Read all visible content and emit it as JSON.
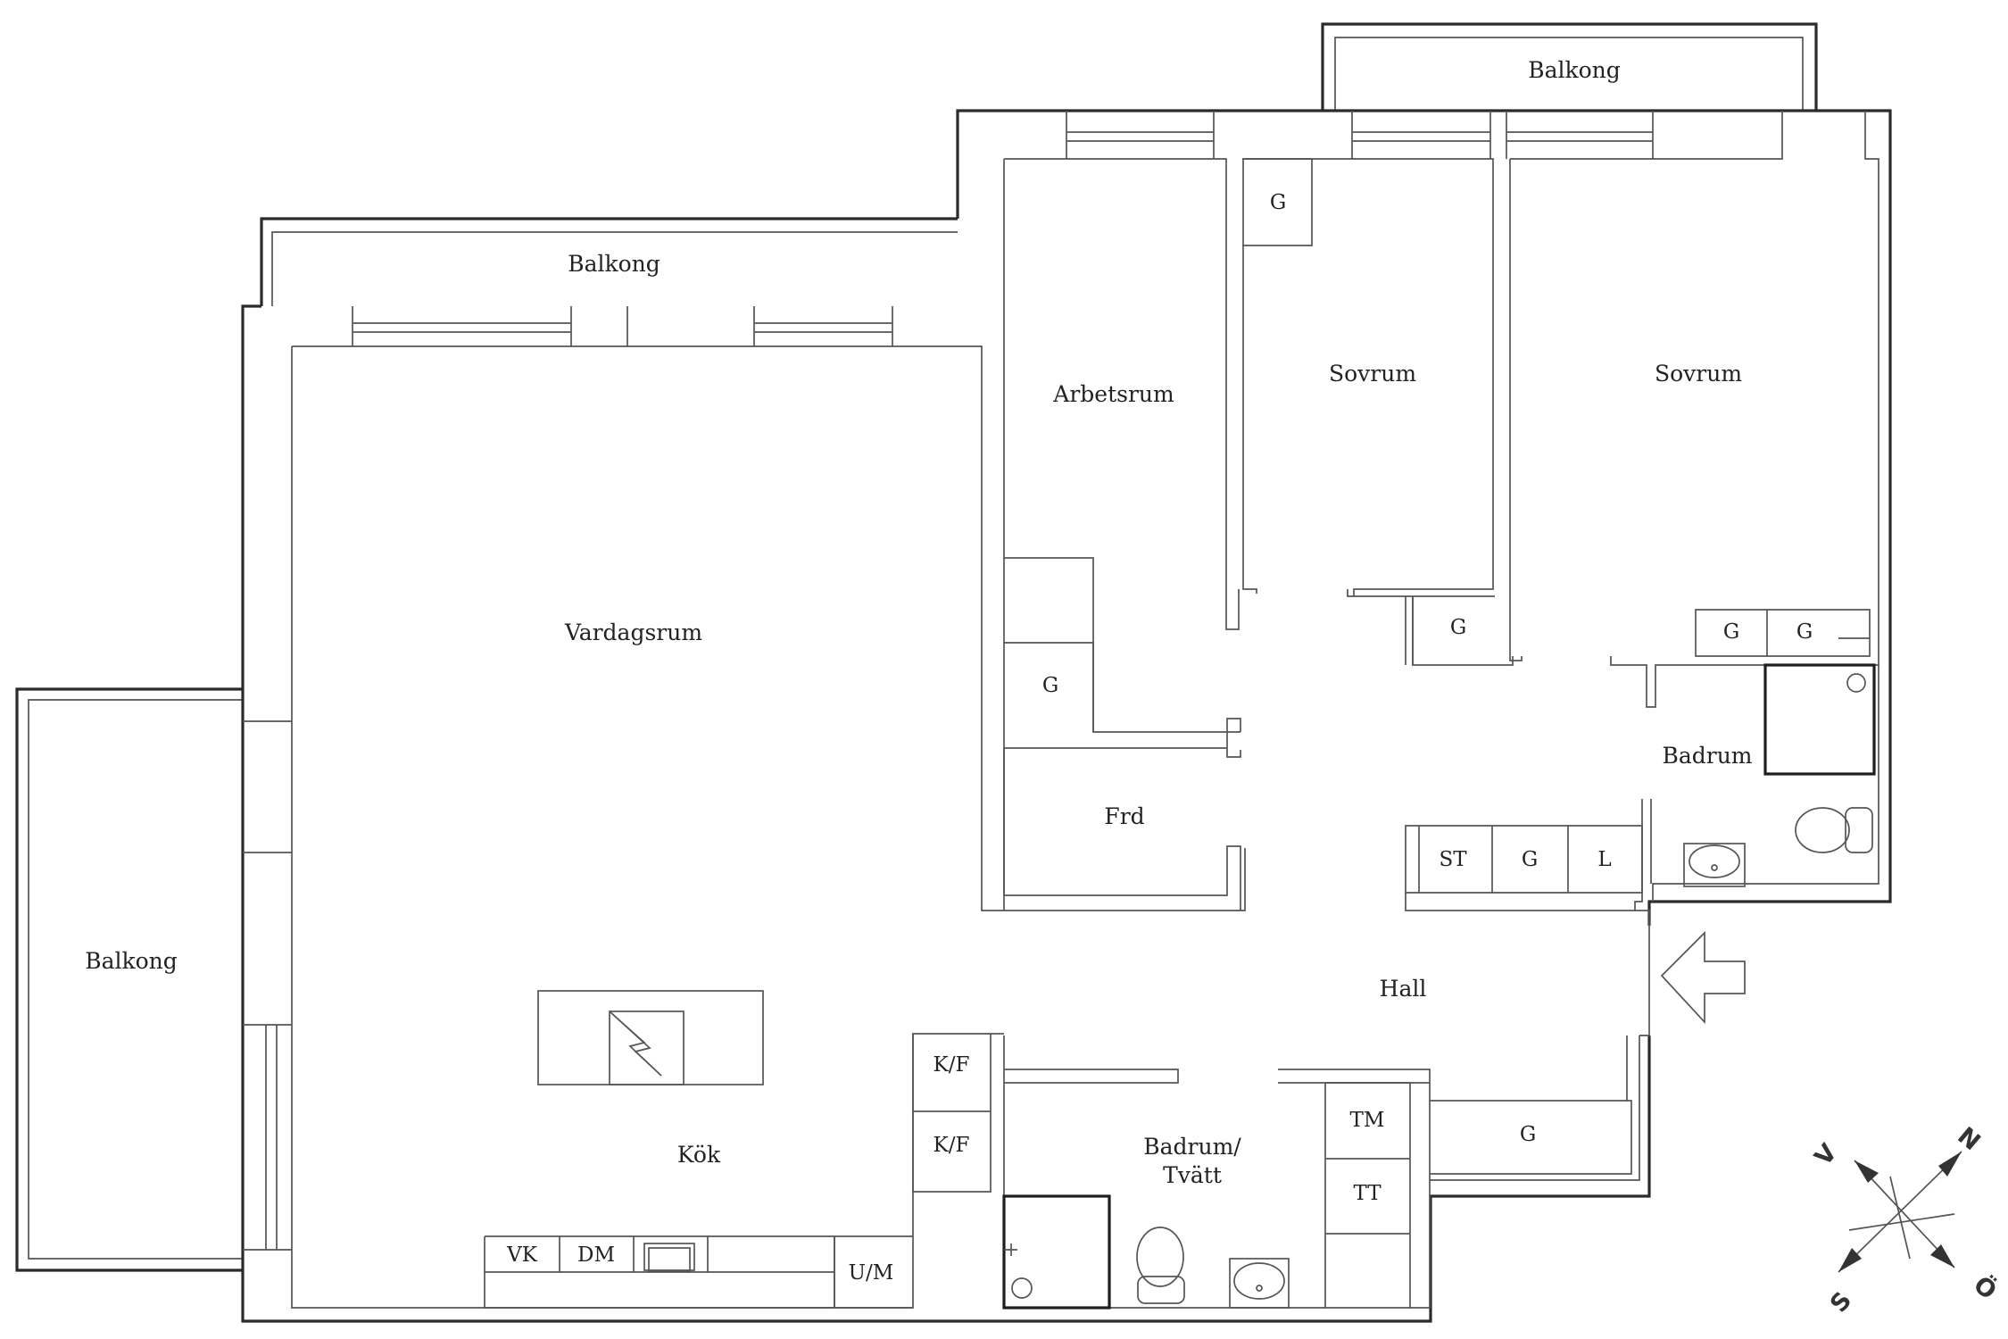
{
  "rooms": {
    "balkong_top_right": "Balkong",
    "balkong_top_left": "Balkong",
    "balkong_left": "Balkong",
    "arbetsrum": "Arbetsrum",
    "sovrum_1": "Sovrum",
    "sovrum_2": "Sovrum",
    "vardagsrum": "Vardagsrum",
    "frd": "Frd",
    "badrum": "Badrum",
    "hall": "Hall",
    "kok": "Kök",
    "badrum_tvatt_line1": "Badrum/",
    "badrum_tvatt_line2": "Tvätt"
  },
  "fixtures": {
    "g_sovrum1_top": "G",
    "g_sovrum1_bottom": "G",
    "g_arbetsrum": "G",
    "g_sovrum2_left": "G",
    "g_sovrum2_right": "G",
    "st": "ST",
    "g_hall_closet": "G",
    "l": "L",
    "kf_upper": "K/F",
    "kf_lower": "K/F",
    "tm": "TM",
    "tt": "TT",
    "g_hall_bottom": "G",
    "vk": "VK",
    "dm": "DM",
    "um": "U/M"
  },
  "compass": {
    "north": "N",
    "south": "S",
    "east": "Ö",
    "west": "V"
  },
  "colors": {
    "wall": "#2b2b2b",
    "line": "#555555",
    "background": "#ffffff"
  }
}
